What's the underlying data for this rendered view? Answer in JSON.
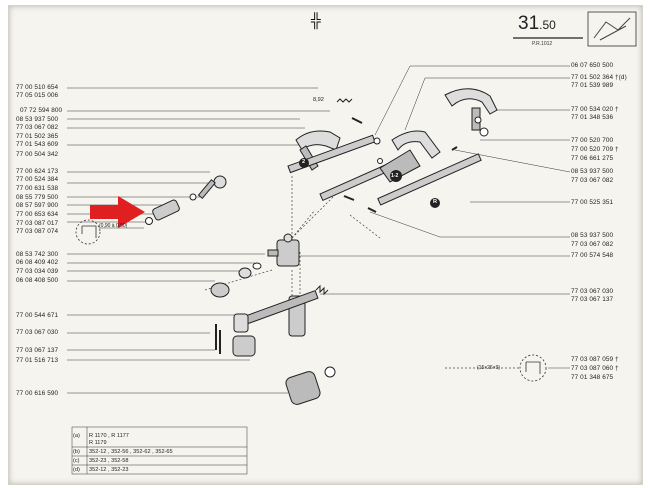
{
  "header": {
    "section_main": "31",
    "section_dec": ".50",
    "ref": "P.R.1012"
  },
  "dim_label_top": "8,92",
  "left_parts": [
    "77 00 510 654",
    "77 05 015 006",
    "07 72 594 800",
    "08 53 937 500",
    "77 03 067 082",
    "77 01 502 365",
    "77 01 543 609",
    "77 00 504 342",
    "77 00 624 173",
    "77 00 524 384",
    "77 00 631 538",
    "08 55 779 500",
    "08 57 597 900",
    "77 00 653 634",
    "77 03 087 017",
    "77 03 087 074",
    "08 53 742 300",
    "06 08 409 402",
    "77 03 034 039",
    "06 08 408 500",
    "77 00 544 671",
    "77 03 067 030",
    "77 03 067 137",
    "77 01 516 713",
    "77 00 616 590"
  ],
  "right_parts": [
    "06 07 650 500",
    "77 01 502 364 †(d)",
    "77 01 539 989",
    "77 00 534 020 †",
    "77 01 348 536",
    "77 00 520 700",
    "77 00 520 709 †",
    "77 06 661 275",
    "08 53 937 500",
    "77 03 067 082",
    "77 00 525 351",
    "08 53 937 500",
    "77 03 067 082",
    "77 00 574 548",
    "77 03 067 030",
    "77 03 067 137",
    "77 03 087 059 †",
    "77 03 087 060 †",
    "77 01 348 675"
  ],
  "circle_labels": [
    "2",
    "1-2",
    "R"
  ],
  "dim_left": "(0,90 à 0,50)",
  "dim_right": "(15×26×9)",
  "legend": {
    "header_key": "(a)",
    "header_line1": "R 1170 , R 1177",
    "header_line2": "R 1179",
    "rows": [
      {
        "key": "(b)",
        "val": "352-12 , 352-56 , 352-62 , 352-65"
      },
      {
        "key": "(c)",
        "val": "352-23 , 352-58"
      },
      {
        "key": "(d)",
        "val": "352-12 , 352-23"
      }
    ]
  },
  "colors": {
    "arrow": "#e02020",
    "ink": "#222222",
    "paper": "#f6f4ef"
  }
}
